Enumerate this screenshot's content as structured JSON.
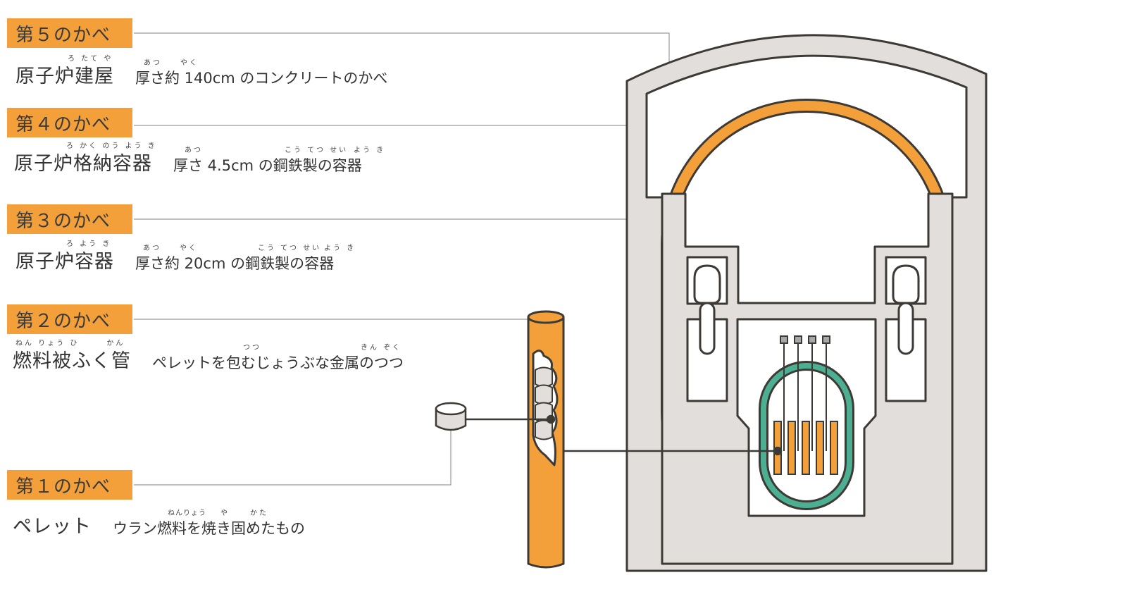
{
  "walls": [
    {
      "tag": "第５のかべ",
      "name": "原子炉建屋",
      "desc": "厚さ約 140cm のコンクリートのかべ",
      "ruby_name": "ろ たて や",
      "ruby_desc": "あつ　　やく"
    },
    {
      "tag": "第４のかべ",
      "name": "原子炉格納容器",
      "desc": "厚さ 4.5cm の鋼鉄製の容器",
      "ruby_name": "ろ かく のう よう き",
      "ruby_desc": "あつ",
      "ruby_desc2": "こう てつ せい",
      "ruby_desc3": "よう き"
    },
    {
      "tag": "第３のかべ",
      "name": "原子炉容器",
      "desc": "厚さ約 20cm の鋼鉄製の容器",
      "ruby_name": "ろ よう き",
      "ruby_desc": "あつ　　やく",
      "ruby_desc2": "こう てつ せい",
      "ruby_desc3": "よう き"
    },
    {
      "tag": "第２のかべ",
      "name": "燃料被ふく管",
      "desc": "ペレットを包むじょうぶな金属のつつ",
      "ruby_name": "ねん りょう ひ　　　かん",
      "ruby_desc": "つつ",
      "ruby_desc2": "きん ぞく"
    },
    {
      "tag": "第１のかべ",
      "name": "ペレット",
      "desc": "ウラン燃料を焼き固めたもの",
      "ruby_desc": "ねんりょう",
      "ruby_desc2": "や",
      "ruby_desc3": "かた"
    }
  ],
  "colors": {
    "orange": "#f4a03a",
    "concrete": "#e2dedb",
    "outline": "#3d3a36",
    "teal": "#4caf92",
    "leader": "#9a9a9a",
    "rod_cap": "#a8a8a8"
  }
}
